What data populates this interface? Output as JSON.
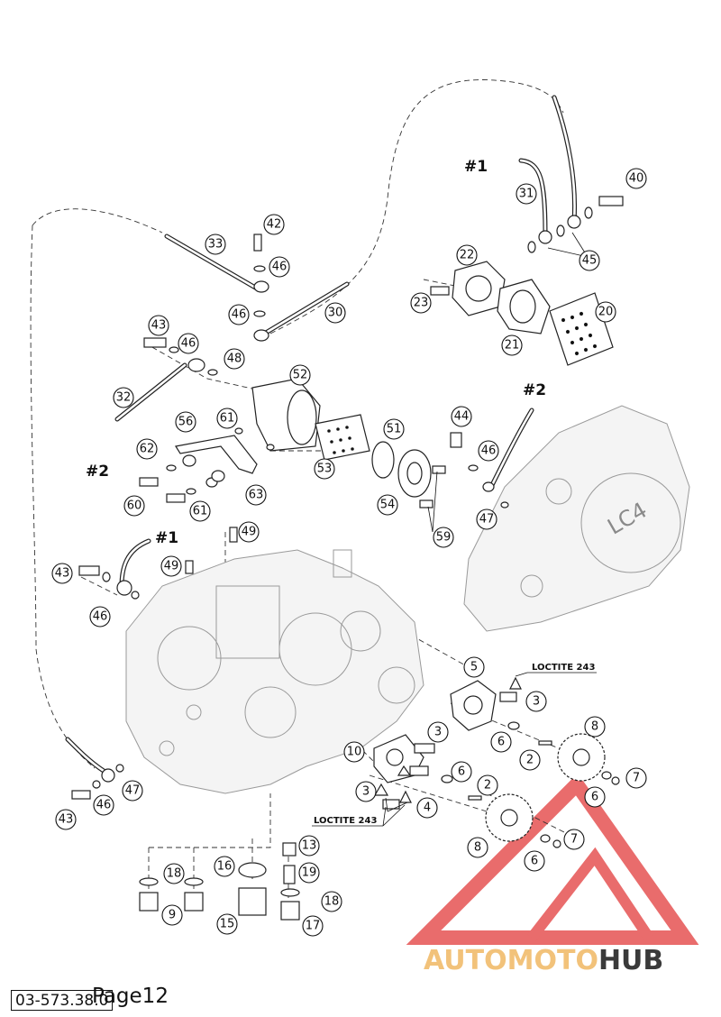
{
  "callouts": {
    "c2a": "2",
    "c2b": "2",
    "c3a": "3",
    "c3b": "3",
    "c3c": "3",
    "c4": "4",
    "c5": "5",
    "c6a": "6",
    "c6b": "6",
    "c6c": "6",
    "c6d": "6",
    "c7a": "7",
    "c7b": "7",
    "c8a": "8",
    "c8b": "8",
    "c9": "9",
    "c10": "10",
    "c13": "13",
    "c15": "15",
    "c16": "16",
    "c17": "17",
    "c18a": "18",
    "c18b": "18",
    "c19": "19",
    "c20": "20",
    "c21": "21",
    "c22": "22",
    "c23": "23",
    "c30": "30",
    "c31": "31",
    "c32": "32",
    "c33": "33",
    "c40": "40",
    "c42": "42",
    "c43a": "43",
    "c43b": "43",
    "c43c": "43",
    "c44": "44",
    "c45": "45",
    "c46a": "46",
    "c46b": "46",
    "c46c": "46",
    "c46d": "46",
    "c46e": "46",
    "c46f": "46",
    "c47a": "47",
    "c47b": "47",
    "c48": "48",
    "c49a": "49",
    "c49b": "49",
    "c51": "51",
    "c52": "52",
    "c53": "53",
    "c54": "54",
    "c56": "56",
    "c59": "59",
    "c60": "60",
    "c61a": "61",
    "c61b": "61",
    "c62": "62",
    "c63": "63"
  },
  "refs": {
    "hose1_top": "#1",
    "hose1_left": "#1",
    "hose2_left": "#2",
    "hose2_right": "#2"
  },
  "notes": {
    "loctite_top": "LOCTITE 243",
    "loctite_bottom": "LOCTITE 243"
  },
  "cover_logo": "LC4",
  "watermark": {
    "brand_light": "AUTOMOTO",
    "brand_dark": "HUB",
    "color_light": "#f2c27a",
    "color_dark": "#3a3a3a",
    "logo_color": "#e23b3b"
  },
  "footer": {
    "part_code": "03-573.38.0",
    "page_label": "Page12"
  }
}
